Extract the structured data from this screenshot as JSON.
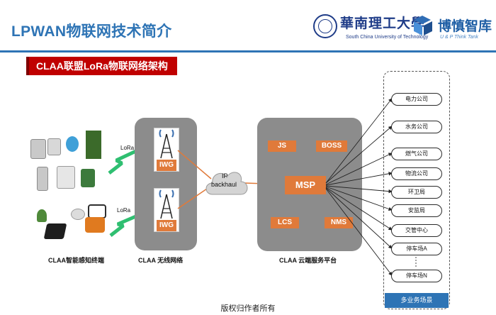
{
  "header": {
    "title": "LPWAN物联网技术简介",
    "subtitle": "CLAA联盟LoRa物联网络架构",
    "university_name_cn": "華南理工大學",
    "university_name_en": "South China University of Technology",
    "brand_name_cn": "博慎智库",
    "brand_name_en": "U & P Think Tank"
  },
  "diagram": {
    "lora_top": "LoRa",
    "lora_bottom": "LoRa",
    "gateway_label_1": "IWG",
    "gateway_label_2": "IWG",
    "cloud_label_line1": "IP",
    "cloud_label_line2": "backhaul",
    "servers": {
      "js": "JS",
      "boss": "BOSS",
      "msp": "MSP",
      "lcs": "LCS",
      "nms": "NMS"
    },
    "bottom_labels": {
      "devices": "CLAA智能感知终端",
      "network": "CLAA  无线网络",
      "cloud": "CLAA 云端服务平台"
    },
    "app_users": [
      "电力公司",
      "水务公司",
      "燃气公司",
      "物流公司",
      "环卫局",
      "安监局",
      "交管中心",
      "停车场A",
      "停车场N"
    ],
    "app_box_label": "多业务场景"
  },
  "footer": {
    "copyright": "版权归作者所有"
  },
  "colors": {
    "title_blue": "#2e74b5",
    "accent_red": "#c00000",
    "panel_grey": "#8c8c8c",
    "server_orange": "#e07a3a",
    "signal_green": "#2fbf71"
  }
}
